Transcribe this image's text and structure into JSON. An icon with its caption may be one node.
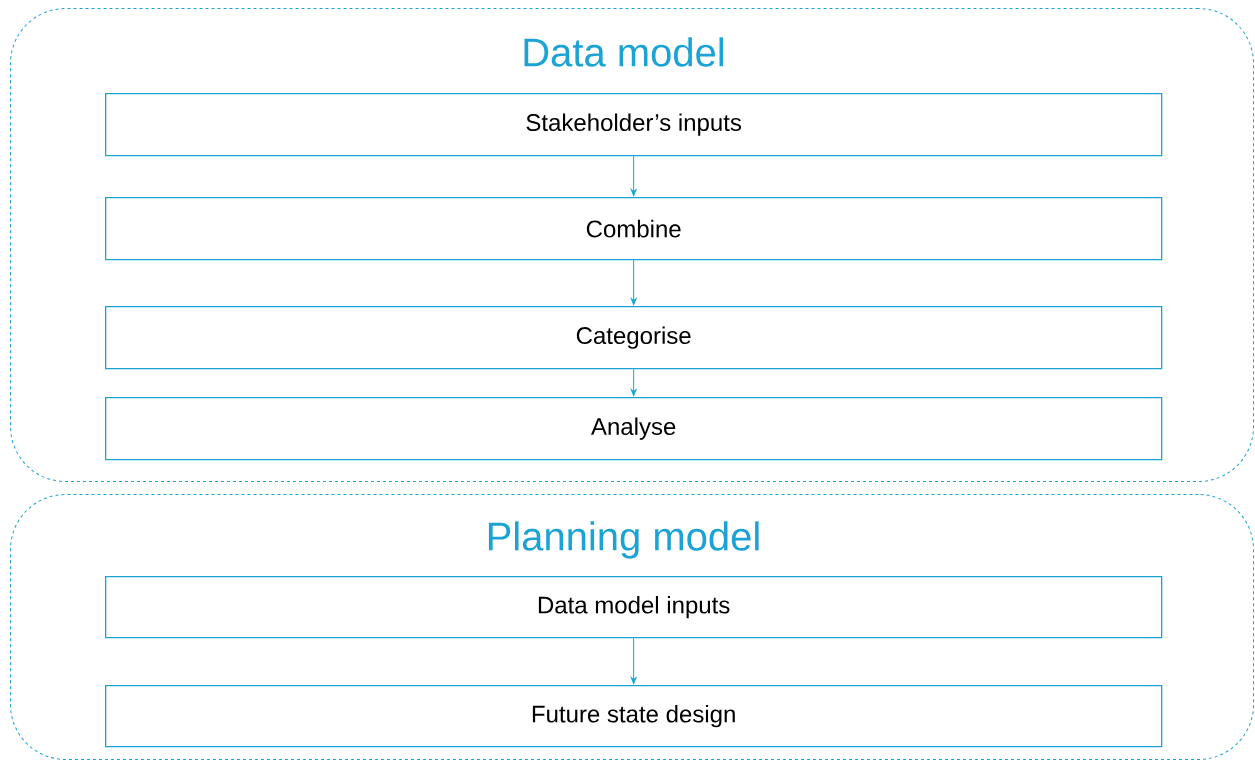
{
  "diagram": {
    "nodes": [
      {
        "text": [
          "Data model"
        ]
      },
      {
        "text": [
          "Stakeholder’s inputs"
        ],
        "in": 0
      },
      {
        "text": [
          "Combine"
        ],
        "in": 0
      },
      {
        "text": [
          "Categorise"
        ],
        "in": 0
      },
      {
        "text": [
          "Analyse"
        ],
        "in": 0
      },
      {
        "text": [
          "Planning model"
        ]
      },
      {
        "text": [
          "Data model inputs"
        ],
        "in": 5
      },
      {
        "text": [
          "Future state design"
        ],
        "in": 5
      }
    ],
    "edges": [
      {
        "from": 1,
        "to": 2,
        "arrow": "to"
      },
      {
        "from": 2,
        "to": 3,
        "arrow": "to"
      },
      {
        "from": 3,
        "to": 4,
        "arrow": "to"
      },
      {
        "from": 6,
        "to": 7,
        "arrow": "to"
      }
    ]
  }
}
